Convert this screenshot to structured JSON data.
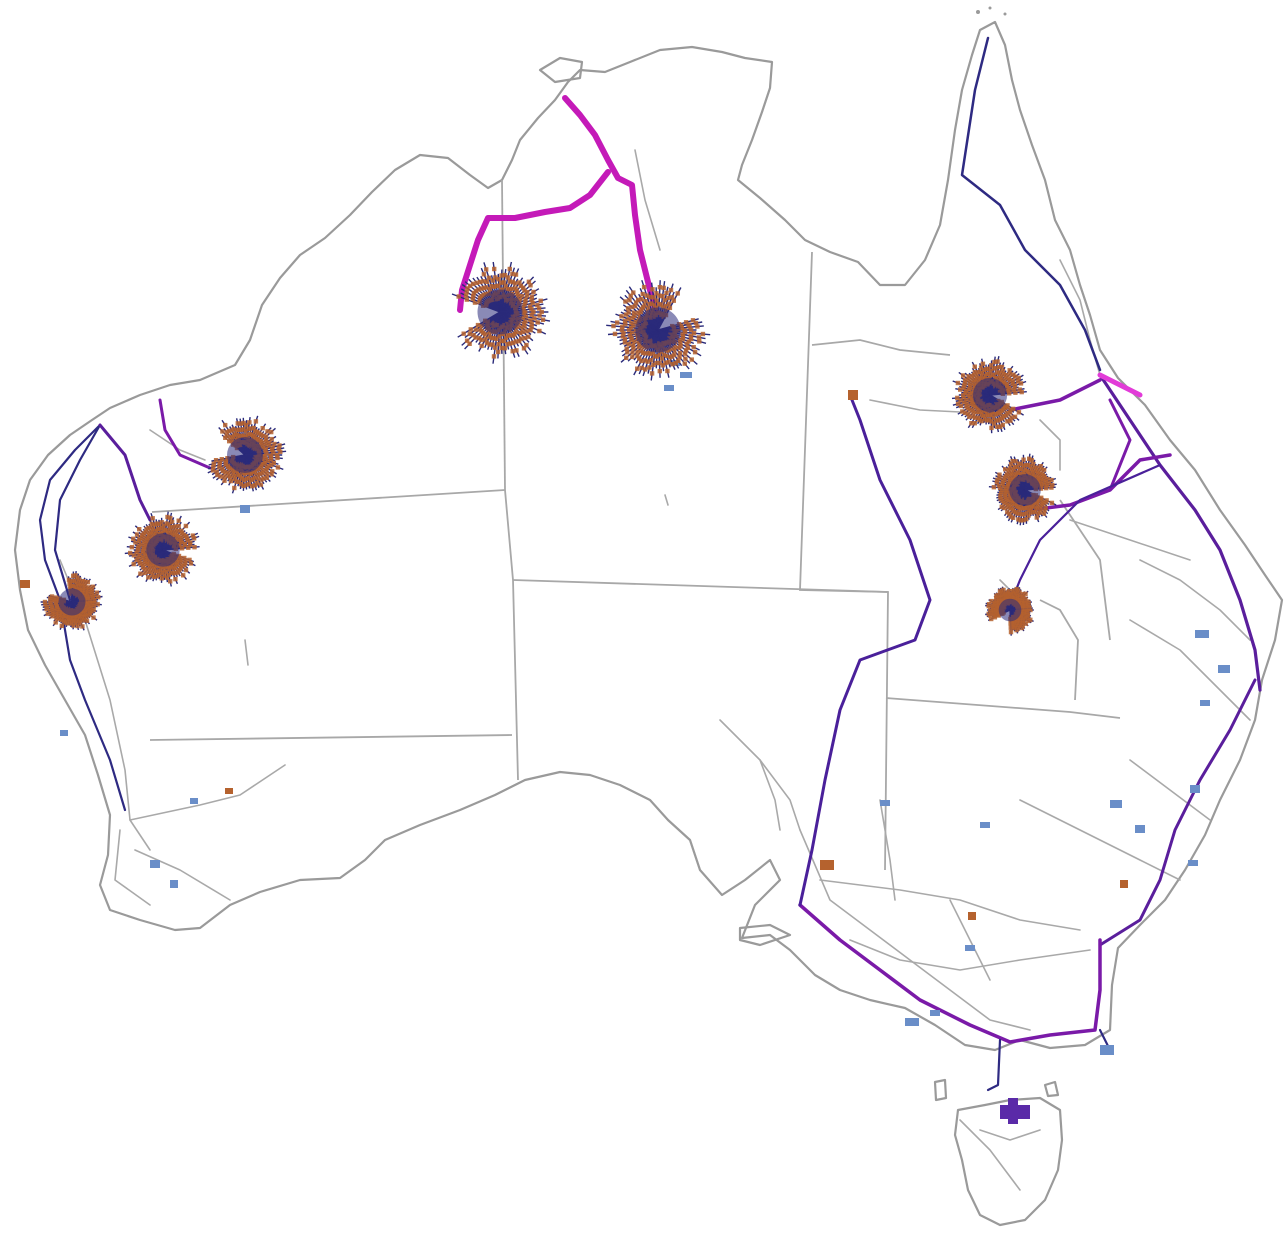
{
  "map": {
    "region": "Australia",
    "colors": {
      "background": "#ffffff",
      "coastline": "#9a9a9a",
      "state_border": "#a8a8a8",
      "existing_network": "#a9a9a9",
      "new_transmission_magenta": "#c41ab8",
      "new_transmission_purple": "#5a1e9c",
      "new_transmission_navy": "#2e2a82",
      "hub_spokes": "#2a2a7a",
      "hub_plots": "#b5622e",
      "solar_sites": "#6a8ec8"
    },
    "hubs": [
      {
        "id": "kimberley-hub"
      },
      {
        "id": "pilbara-hub-north"
      },
      {
        "id": "pilbara-hub-east"
      },
      {
        "id": "pilbara-hub-south"
      },
      {
        "id": "nt-hub-west"
      },
      {
        "id": "nt-hub-east"
      },
      {
        "id": "qld-hub-north"
      },
      {
        "id": "qld-hub-central"
      },
      {
        "id": "qld-hub-south"
      }
    ]
  }
}
